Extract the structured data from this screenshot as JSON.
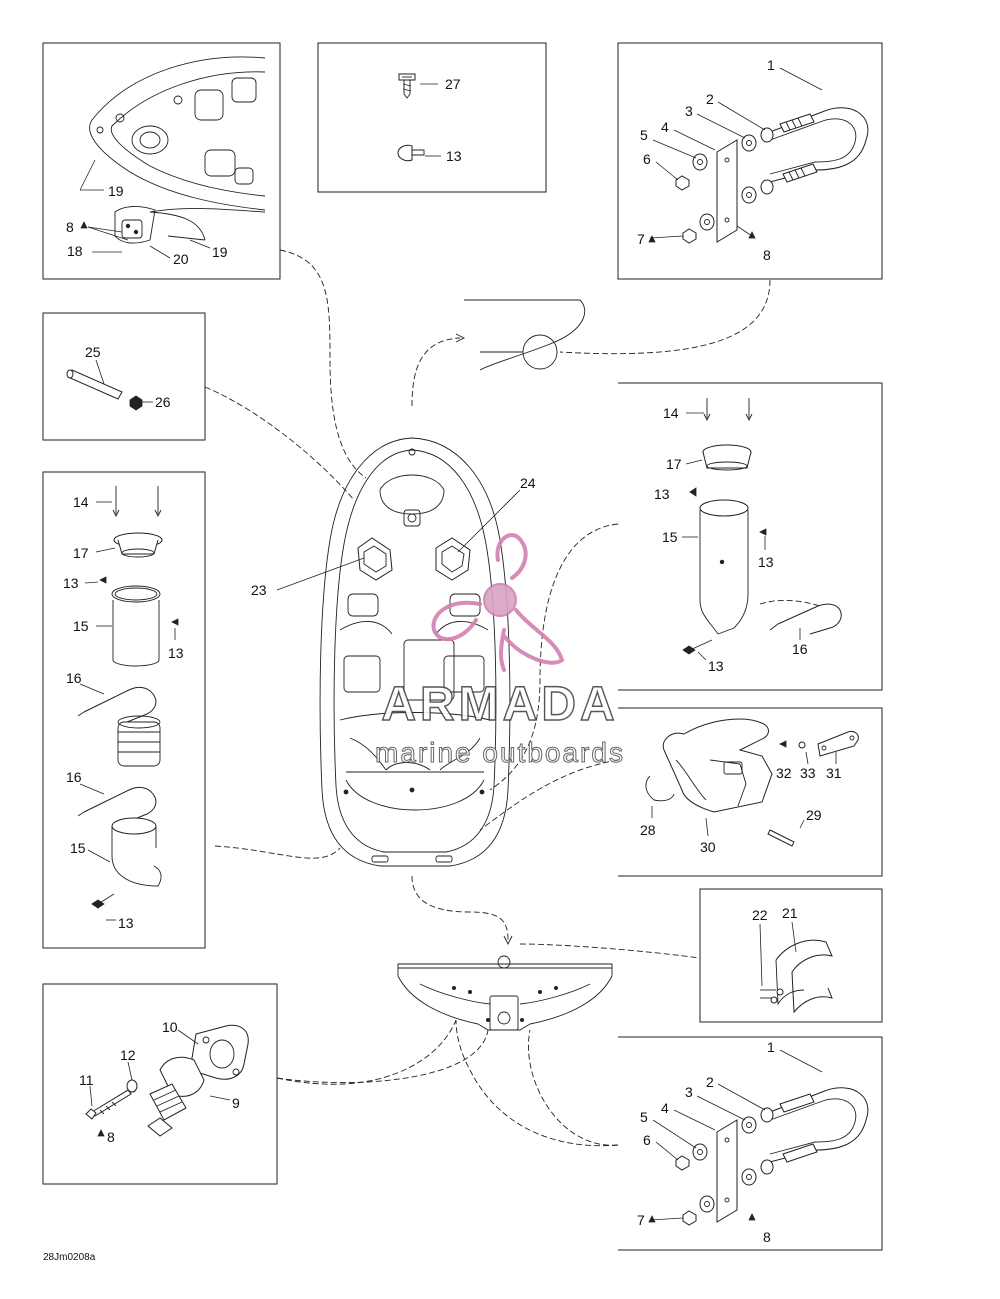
{
  "diagram": {
    "reference_code": "28Jm0208a",
    "watermark": {
      "brand": "ARMADA",
      "tagline": "marine outboards",
      "color": "#d37fb1"
    },
    "callouts": {
      "c1a": "1",
      "c2a": "2",
      "c3a": "3",
      "c4a": "4",
      "c5a": "5",
      "c6a": "6",
      "c7a": "7",
      "c8a": "8",
      "c1b": "1",
      "c2b": "2",
      "c3b": "3",
      "c4b": "4",
      "c5b": "5",
      "c6b": "6",
      "c7b": "7",
      "c8b": "8",
      "c8c": "8",
      "c8d": "8",
      "c9": "9",
      "c10": "10",
      "c11": "11",
      "c12": "12",
      "c13a": "13",
      "c13b": "13",
      "c13c": "13",
      "c13d": "13",
      "c13e": "13",
      "c13f": "13",
      "c13g": "13",
      "c14a": "14",
      "c14b": "14",
      "c15a": "15",
      "c15b": "15",
      "c15c": "15",
      "c16a": "16",
      "c16b": "16",
      "c16c": "16",
      "c17a": "17",
      "c17b": "17",
      "c18": "18",
      "c19a": "19",
      "c19b": "19",
      "c20": "20",
      "c21": "21",
      "c22": "22",
      "c23": "23",
      "c24": "24",
      "c25": "25",
      "c26": "26",
      "c27": "27",
      "c28": "28",
      "c29": "29",
      "c30": "30",
      "c31": "31",
      "c32": "32",
      "c33": "33"
    }
  }
}
